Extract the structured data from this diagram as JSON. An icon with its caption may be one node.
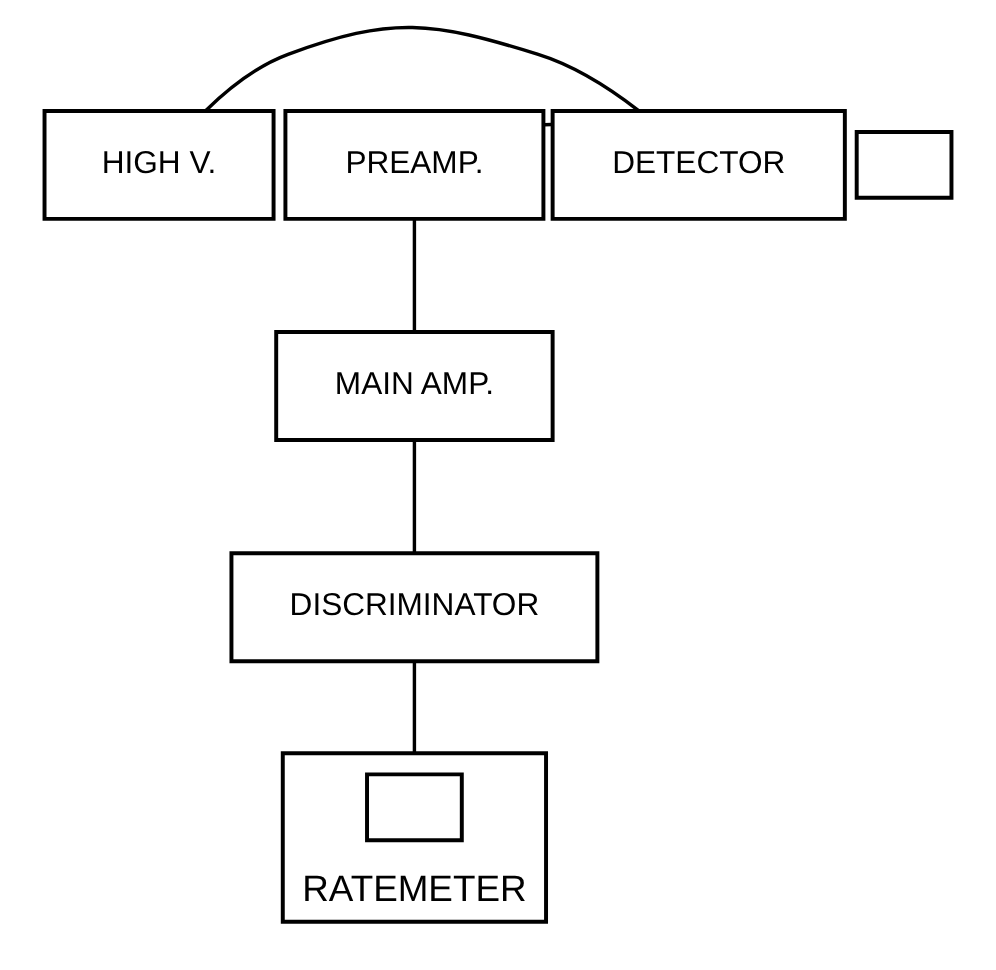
{
  "diagram": {
    "nodes": [
      {
        "text": [
          "HIGH V."
        ]
      },
      {
        "text": [
          "PREAMP."
        ]
      },
      {
        "text": [
          "DETECTOR"
        ]
      },
      {
        "text": [],
        "shape": "box"
      },
      {
        "text": [
          "MAIN AMP."
        ]
      },
      {
        "text": [
          "DISCRIMINATOR"
        ]
      },
      {
        "text": [
          "RATEMETER"
        ]
      },
      {
        "text": [],
        "shape": "box",
        "in": 6
      }
    ],
    "edges": [
      {
        "from": 0,
        "to": 2,
        "arrow": "none"
      },
      {
        "from": 1,
        "to": 2,
        "arrow": "none"
      },
      {
        "from": 1,
        "to": 4,
        "arrow": "none"
      },
      {
        "from": 4,
        "to": 5,
        "arrow": "none"
      },
      {
        "from": 5,
        "to": 6,
        "arrow": "none"
      }
    ]
  }
}
